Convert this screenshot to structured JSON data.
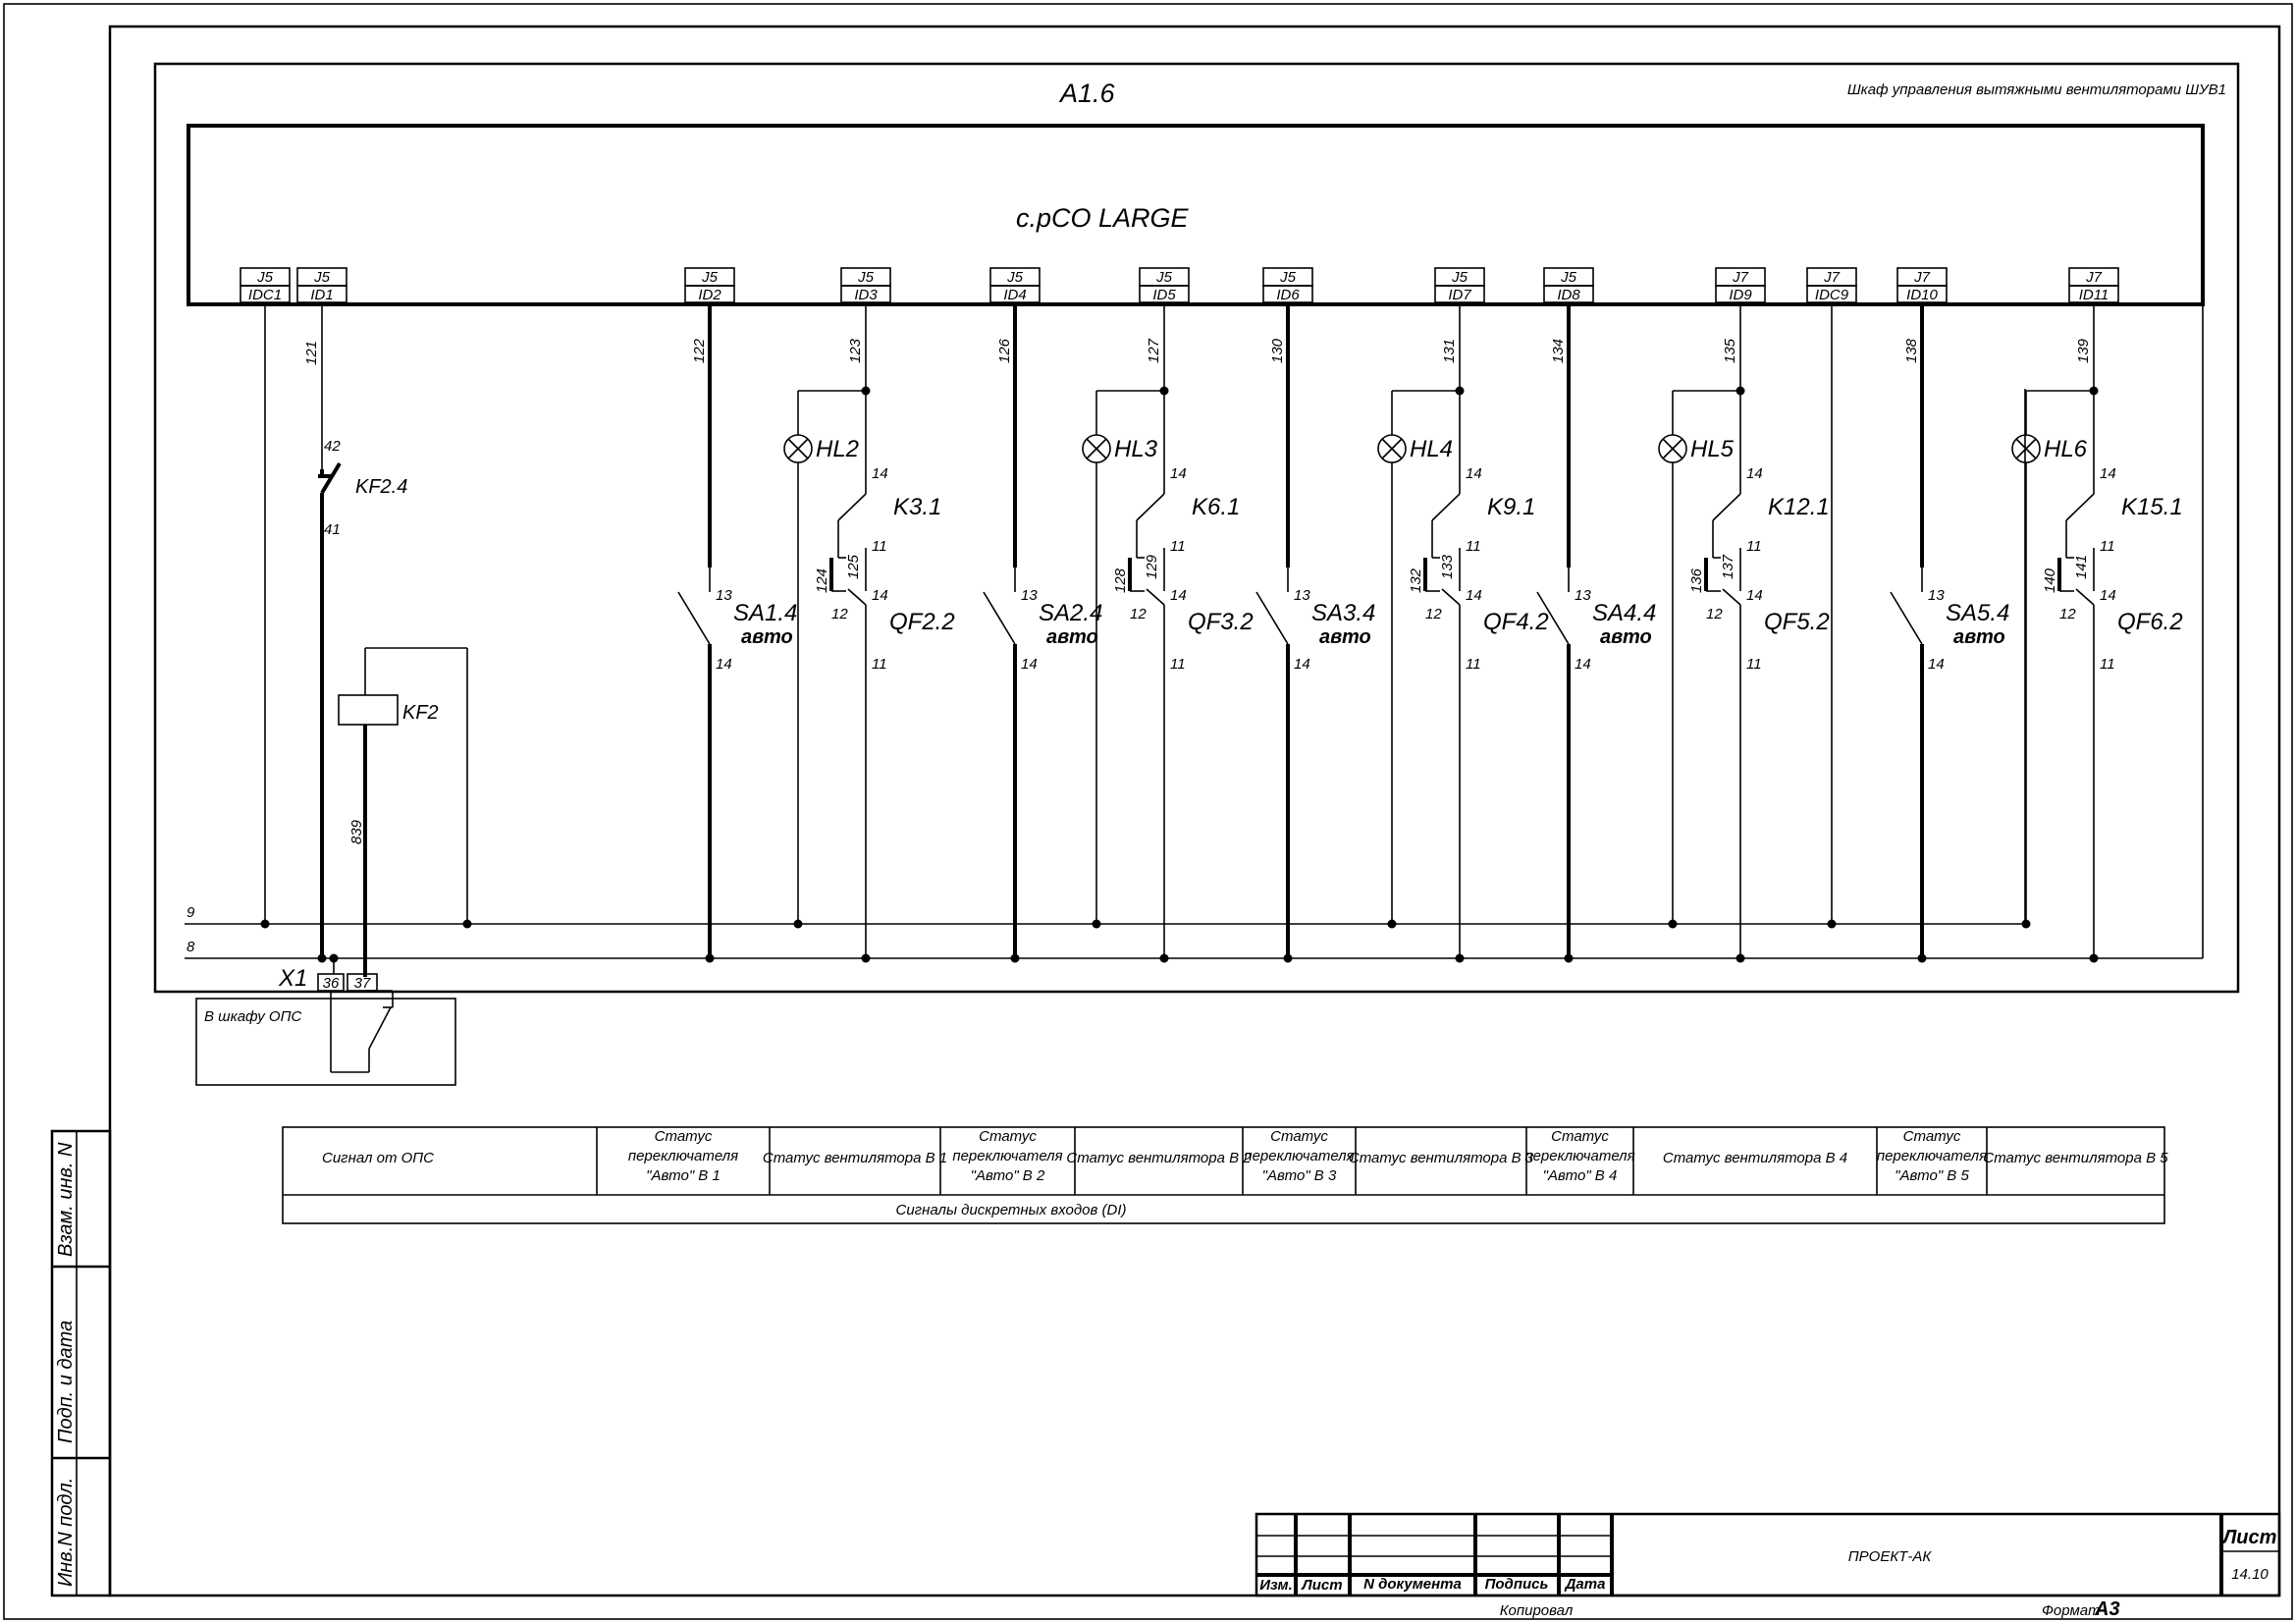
{
  "assembly_label": "A1.6",
  "cabinet_title": "Шкаф управления вытяжными вентиляторами ШУВ1",
  "controller_label": "c.pCO LARGE",
  "ports": [
    {
      "conn": "J5",
      "pin": "IDC1"
    },
    {
      "conn": "J5",
      "pin": "ID1"
    },
    {
      "conn": "J5",
      "pin": "ID2"
    },
    {
      "conn": "J5",
      "pin": "ID3"
    },
    {
      "conn": "J5",
      "pin": "ID4"
    },
    {
      "conn": "J5",
      "pin": "ID5"
    },
    {
      "conn": "J5",
      "pin": "ID6"
    },
    {
      "conn": "J5",
      "pin": "ID7"
    },
    {
      "conn": "J5",
      "pin": "ID8"
    },
    {
      "conn": "J7",
      "pin": "ID9"
    },
    {
      "conn": "J7",
      "pin": "IDC9"
    },
    {
      "conn": "J7",
      "pin": "ID10"
    },
    {
      "conn": "J7",
      "pin": "ID11"
    }
  ],
  "wire_numbers": [
    "121",
    "122",
    "123",
    "126",
    "127",
    "130",
    "131",
    "134",
    "135",
    "138",
    "139"
  ],
  "relay_ops": {
    "contact": "KF2.4",
    "pin_top": "42",
    "pin_bottom": "41",
    "coil": "KF2",
    "wire": "839"
  },
  "switches": [
    {
      "label": "SA1.4",
      "mode": "авто",
      "pin_top": "13",
      "pin_bottom": "14"
    },
    {
      "label": "SA2.4",
      "mode": "авто",
      "pin_top": "13",
      "pin_bottom": "14"
    },
    {
      "label": "SA3.4",
      "mode": "авто",
      "pin_top": "13",
      "pin_bottom": "14"
    },
    {
      "label": "SA4.4",
      "mode": "авто",
      "pin_top": "13",
      "pin_bottom": "14"
    },
    {
      "label": "SA5.4",
      "mode": "авто",
      "pin_top": "13",
      "pin_bottom": "14"
    }
  ],
  "fan_groups": [
    {
      "lamp": "HL2",
      "contactor": "K3.1",
      "breaker": "QF2.2",
      "w1": "124",
      "w2": "125"
    },
    {
      "lamp": "HL3",
      "contactor": "K6.1",
      "breaker": "QF3.2",
      "w1": "128",
      "w2": "129"
    },
    {
      "lamp": "HL4",
      "contactor": "K9.1",
      "breaker": "QF4.2",
      "w1": "132",
      "w2": "133"
    },
    {
      "lamp": "HL5",
      "contactor": "K12.1",
      "breaker": "QF5.2",
      "w1": "136",
      "w2": "137"
    },
    {
      "lamp": "HL6",
      "contactor": "K15.1",
      "breaker": "QF6.2",
      "w1": "140",
      "w2": "141"
    }
  ],
  "contact_pins": {
    "k_top": "14",
    "k_bottom": "11",
    "qf_top": "14",
    "qf_nc": "12",
    "qf_bottom": "11"
  },
  "bus": {
    "line9": "9",
    "line8": "8"
  },
  "terminal": {
    "label": "X1",
    "t1": "36",
    "t2": "37"
  },
  "ops_box": "В шкафу ОПС",
  "signal_table": {
    "cells": [
      "Сигнал от ОПС",
      "Статус переключателя \"Авто\" В 1",
      "Статус вентилятора В 1",
      "Статус переключателя \"Авто\" В 2",
      "Статус вентилятора В 2",
      "Статус переключателя \"Авто\" В 3",
      "Статус вентилятора В 3",
      "Статус переключателя \"Авто\" В 4",
      "Статус вентилятора В 4",
      "Статус переключателя \"Авто\" В 5",
      "Статус вентилятора В 5"
    ],
    "footer": "Сигналы дискретных входов  (DI)"
  },
  "side_stamp": [
    "Взам. инв. N",
    "Подп. и дата",
    "Инв.N подл."
  ],
  "title_block": {
    "headers": [
      "Изм.",
      "Лист",
      "N документа",
      "Подпись",
      "Дата"
    ],
    "project": "ПРОЕКТ-АК",
    "sheet_label": "Лист",
    "sheet_number": "14.10",
    "copied": "Копировал",
    "format_label": "Формат",
    "format_value": "А3"
  }
}
